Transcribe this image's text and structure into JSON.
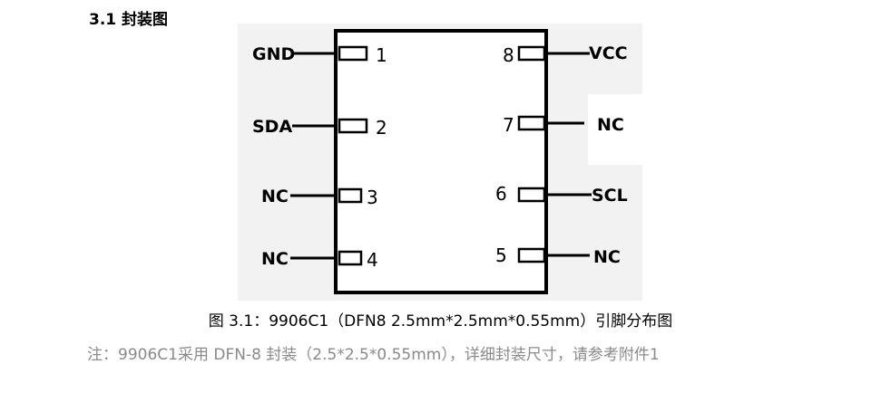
{
  "section": {
    "heading": "3.1 封装图"
  },
  "diagram": {
    "pins": [
      {
        "number": "1",
        "label": "GND"
      },
      {
        "number": "2",
        "label": "SDA"
      },
      {
        "number": "3",
        "label": "NC"
      },
      {
        "number": "4",
        "label": "NC"
      },
      {
        "number": "5",
        "label": "NC"
      },
      {
        "number": "6",
        "label": "SCL"
      },
      {
        "number": "7",
        "label": "NC"
      },
      {
        "number": "8",
        "label": "VCC"
      }
    ]
  },
  "figure": {
    "caption": "图 3.1：9906C1（DFN8 2.5mm*2.5mm*0.55mm）引脚分布图",
    "note": "注：9906C1采用 DFN-8 封装（2.5*2.5*0.55mm），详细封装尺寸，请参考附件1"
  }
}
